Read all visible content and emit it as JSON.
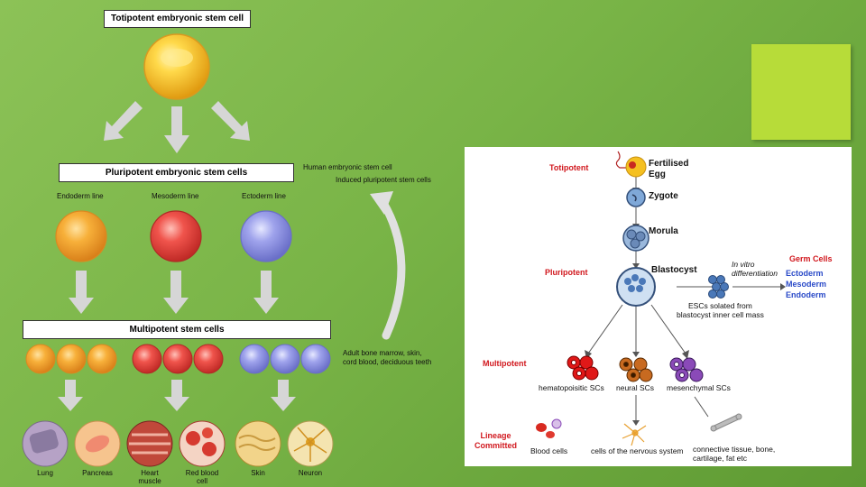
{
  "left": {
    "totipotent_box": "Totipotent embryonic stem cell",
    "pluripotent_box": "Pluripotent embryonic stem cells",
    "multipotent_box": "Multipotent stem cells",
    "lines": [
      "Endoderm line",
      "Mesoderm line",
      "Ectoderm line"
    ],
    "note_pluripotent_1": "Human embryonic stem cell",
    "note_pluripotent_2": "Induced pluripotent stem cells",
    "note_multipotent_1": "Adult bone marrow, skin,",
    "note_multipotent_2": "cord blood, deciduous teeth",
    "tissues": [
      {
        "l1": "Lung",
        "l2": ""
      },
      {
        "l1": "Pancreas",
        "l2": ""
      },
      {
        "l1": "Heart",
        "l2": "muscle"
      },
      {
        "l1": "Red blood",
        "l2": "cell"
      },
      {
        "l1": "Skin",
        "l2": ""
      },
      {
        "l1": "Neuron",
        "l2": ""
      }
    ],
    "colors": {
      "orange": "#f0a028",
      "red": "#e8433e",
      "blue": "#8a8fe0",
      "yellow": "#f5c12a"
    }
  },
  "right": {
    "potency": [
      "Totipotent",
      "Pluripotent",
      "Multipotent"
    ],
    "lineage_1": "Lineage",
    "lineage_2": "Committed",
    "fertilised_1": "Fertilised",
    "fertilised_2": "Egg",
    "zygote": "Zygote",
    "morula": "Morula",
    "blastocyst": "Blastocyst",
    "in_vitro_1": "In vitro",
    "in_vitro_2": "differentiation",
    "germ_cells": "Germ Cells",
    "germ_layers": [
      "Ectoderm",
      "Mesoderm",
      "Endoderm"
    ],
    "escs_1": "ESCs solated from",
    "escs_2": "blastocyst inner cell mass",
    "scs": [
      "hematopoisitic SCs",
      "neural SCs",
      "mesenchymal SCs"
    ],
    "committed": [
      "Blood cells",
      "cells of the nervous system"
    ],
    "connective_1": "connective tissue, bone,",
    "connective_2": "cartilage, fat etc"
  }
}
